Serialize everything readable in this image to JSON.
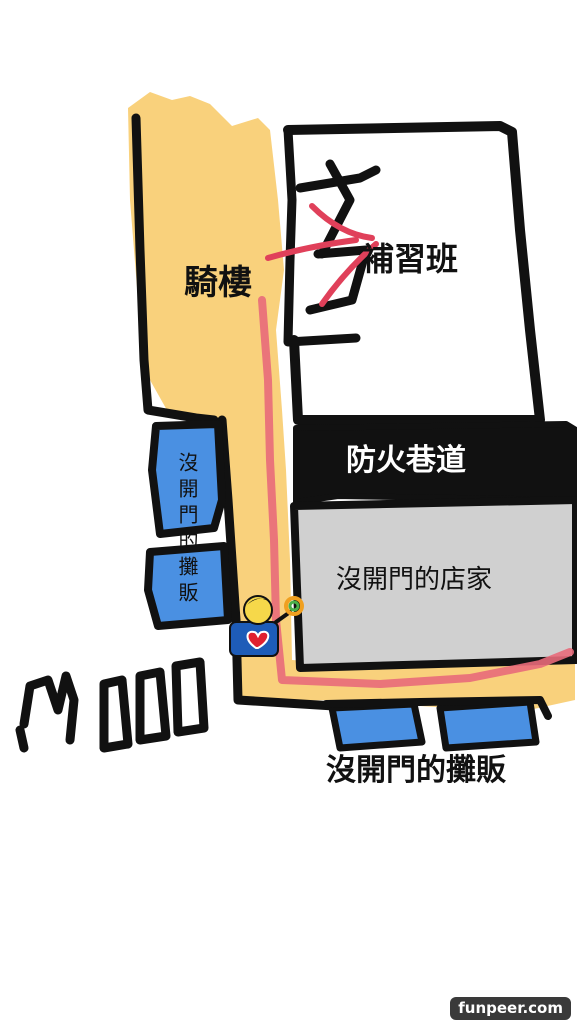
{
  "labels": {
    "arcade": "騎樓",
    "cram_school": "補習班",
    "fire_lane": "防火巷道",
    "closed_shop": "沒開門的店家",
    "closed_stalls_side": "沒開門的攤販",
    "closed_stalls_bottom": "沒開門的攤販"
  },
  "watermark": "funpeer.com",
  "colors": {
    "outline": "#111111",
    "arcade": "#f9d17c",
    "stall": "#4a90e2",
    "route": "#e86a7a",
    "shop": "#d0d0d0",
    "cross": "#e0405a"
  },
  "icons": {
    "person": "person-heart-icon",
    "cross": "cross-mark-icon"
  }
}
